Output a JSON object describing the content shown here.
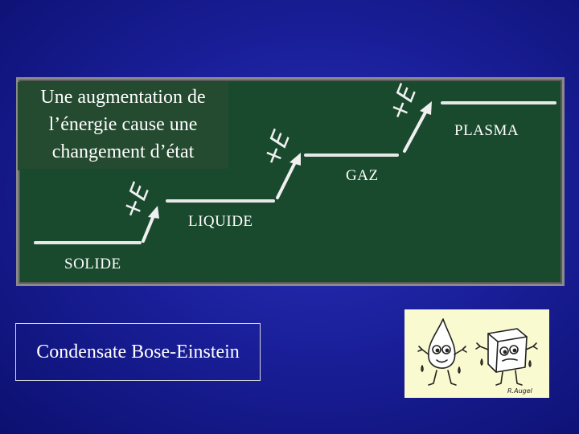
{
  "board": {
    "title_lines": [
      "Une augmentation de",
      "l’énergie cause une",
      "changement d’état"
    ],
    "states": {
      "solid": "SOLIDE",
      "liquid": "LIQUIDE",
      "gas": "GAZ",
      "plasma": "PLASMA"
    },
    "energy_label": "+E",
    "background_color": "#1a4a2e",
    "chalk_color": "#ffffff"
  },
  "bec_label": "Condensate Bose-Einstein",
  "cartoon": {
    "signature": "R.Augel"
  },
  "colors": {
    "slide_background": "#1a1f9a",
    "cartoon_background": "#fafad0"
  }
}
